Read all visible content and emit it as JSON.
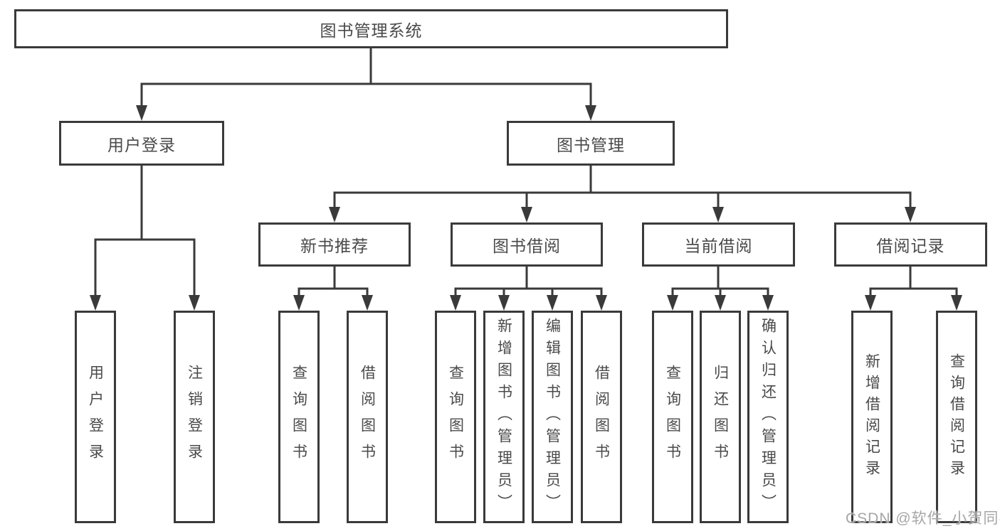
{
  "diagram": {
    "root": "图书管理系统",
    "user_login": {
      "label": "用户登录",
      "children": [
        "用户登录",
        "注销登录"
      ]
    },
    "book_mgmt": {
      "label": "图书管理",
      "sections": [
        {
          "label": "新书推荐",
          "children": [
            "查询图书",
            "借阅图书"
          ]
        },
        {
          "label": "图书借阅",
          "children": [
            "查询图书",
            "新增图书（管理员）",
            "编辑图书（管理员）",
            "借阅图书"
          ]
        },
        {
          "label": "当前借阅",
          "children": [
            "查询图书",
            "归还图书",
            "确认归还（管理员）"
          ]
        },
        {
          "label": "借阅记录",
          "children": [
            "新增借阅记录",
            "查询借阅记录"
          ]
        }
      ]
    }
  },
  "watermark": "CSDN @软件_小贺同学",
  "colors": {
    "line": "#3a3a3a",
    "text": "#4a4a4a",
    "watermark": "#a6a6a6",
    "background": "#ffffff"
  }
}
